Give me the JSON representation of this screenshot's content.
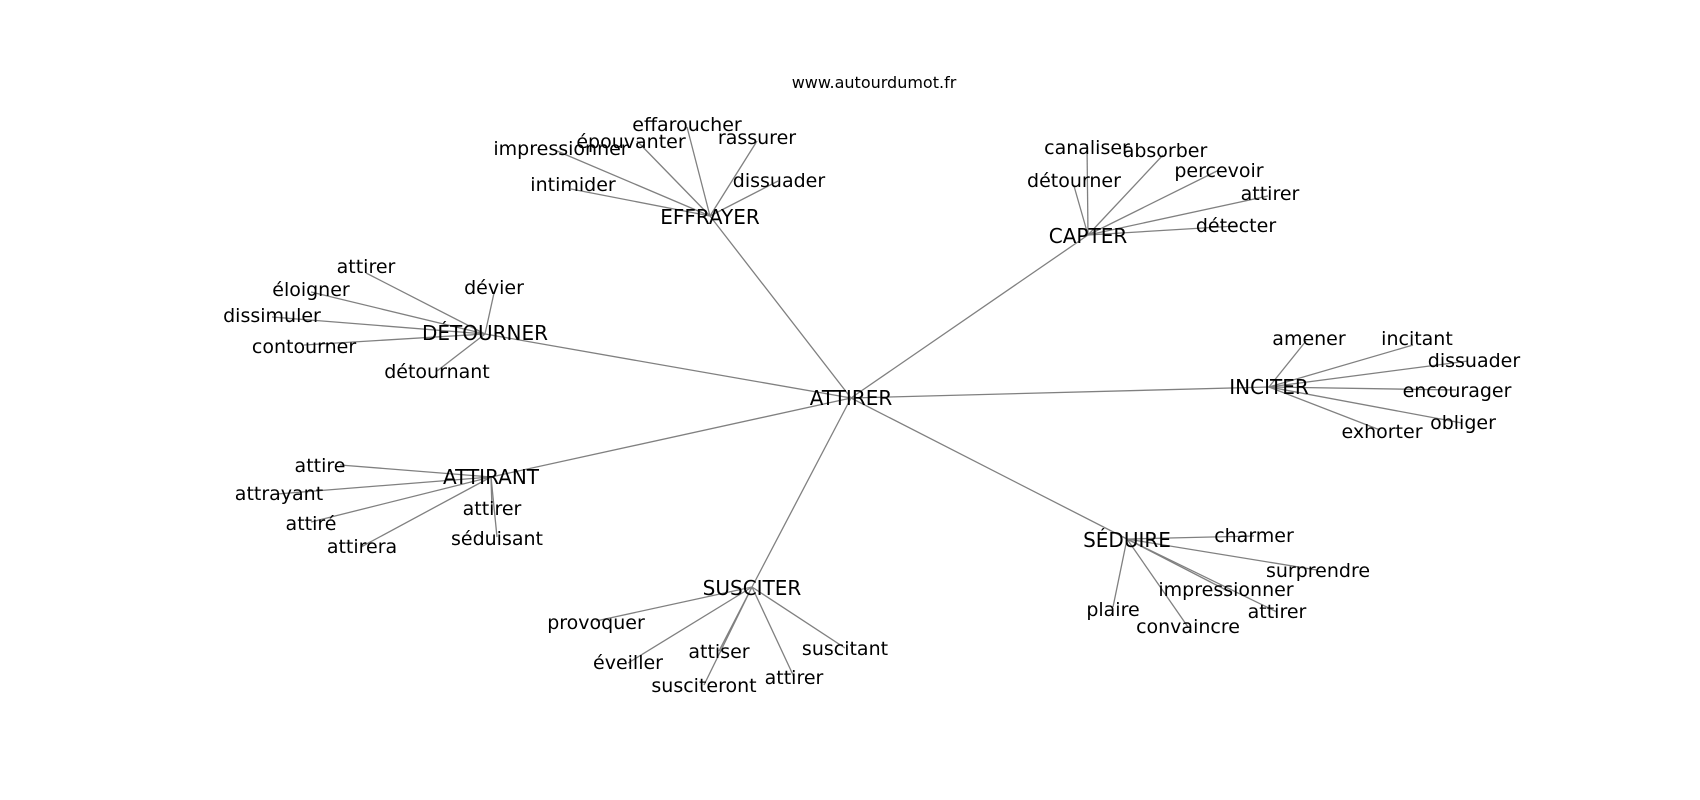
{
  "source": "www.autourdumot.fr",
  "center": "ATTIRER",
  "colors": {
    "edge": "#808080",
    "text": "#000000",
    "background": "#ffffff"
  },
  "clusters": [
    {
      "hub": "EFFRAYER",
      "leaves": [
        "effaroucher",
        "épouvanter",
        "rassurer",
        "impressionner",
        "intimider",
        "dissuader"
      ]
    },
    {
      "hub": "CAPTER",
      "leaves": [
        "canaliser",
        "absorber",
        "détourner",
        "percevoir",
        "attirer",
        "détecter"
      ]
    },
    {
      "hub": "DÉTOURNER",
      "leaves": [
        "attirer",
        "éloigner",
        "dévier",
        "dissimuler",
        "contourner",
        "détournant"
      ]
    },
    {
      "hub": "INCITER",
      "leaves": [
        "amener",
        "incitant",
        "dissuader",
        "encourager",
        "obliger",
        "exhorter"
      ]
    },
    {
      "hub": "ATTIRANT",
      "leaves": [
        "attire",
        "attrayant",
        "attiré",
        "attirer",
        "attirera",
        "séduisant"
      ]
    },
    {
      "hub": "SÉDUIRE",
      "leaves": [
        "charmer",
        "surprendre",
        "impressionner",
        "plaire",
        "attirer",
        "convaincre"
      ]
    },
    {
      "hub": "SUSCITER",
      "leaves": [
        "provoquer",
        "éveiller",
        "attiser",
        "suscitant",
        "susciteront",
        "attirer"
      ]
    }
  ]
}
